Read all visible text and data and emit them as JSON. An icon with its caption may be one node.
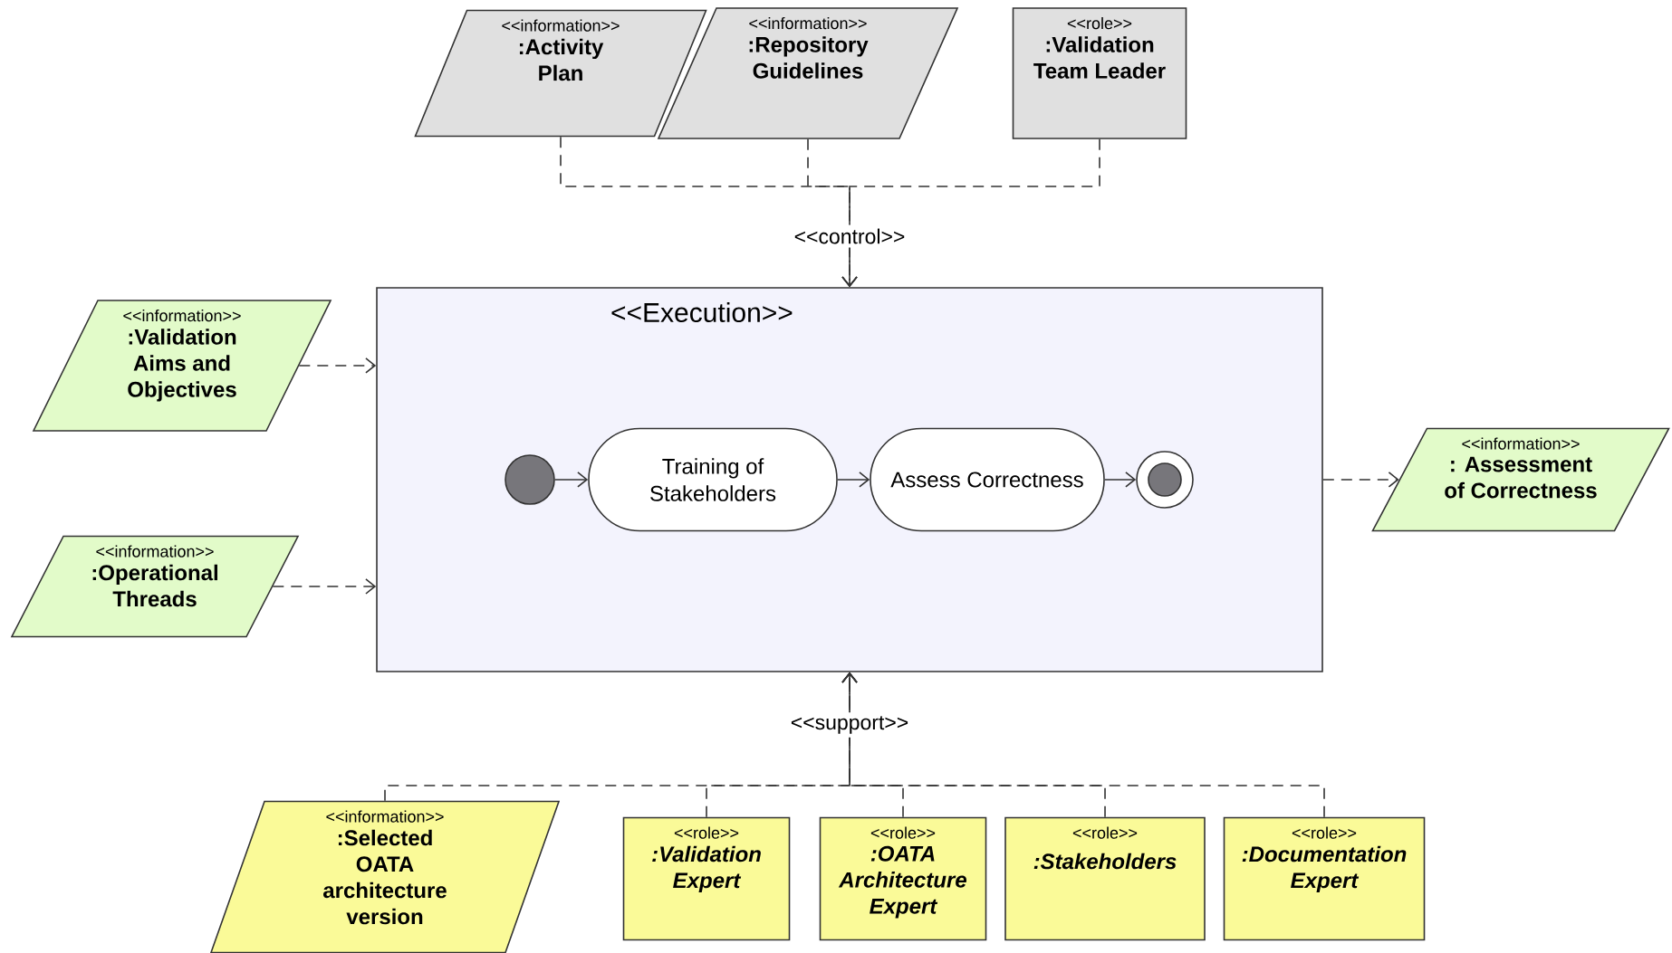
{
  "diagram": {
    "nodes": [
      {
        "text": [
          "<<information>>",
          ":Activity Plan"
        ]
      },
      {
        "text": [
          "<<information>>",
          ":Repository Guidelines"
        ]
      },
      {
        "text": [
          "<<role>>",
          ":Validation Team Leader"
        ]
      },
      {
        "text": [
          "<<information>>",
          ":Validation Aims and Objectives"
        ]
      },
      {
        "text": [
          "<<information>>",
          ":Operational Threads"
        ]
      },
      {
        "text": [
          "<<Execution>>"
        ]
      },
      {
        "text": [],
        "shape": "circle",
        "in": 5
      },
      {
        "text": [
          "Training of Stakeholders"
        ],
        "in": 5
      },
      {
        "text": [
          "Assess Correctness"
        ],
        "in": 5
      },
      {
        "text": [],
        "shape": "circle",
        "in": 5
      },
      {
        "text": [
          "<<information>>",
          ": Assessment of Correctness"
        ]
      },
      {
        "text": [
          "<<information>>",
          ":Selected OATA architecture version"
        ]
      },
      {
        "text": [
          "<<role>>",
          ":Validation Expert"
        ]
      },
      {
        "text": [
          "<<role>>",
          ":OATA Architecture Expert"
        ]
      },
      {
        "text": [
          "<<role>>",
          ":Stakeholders"
        ]
      },
      {
        "text": [
          "<<role>>",
          ":Documentation Expert"
        ]
      }
    ],
    "edges": [
      {
        "from": 0,
        "to": 5,
        "arrow": "to",
        "style": "dashed",
        "label": "<<control>>"
      },
      {
        "from": 1,
        "to": 5,
        "arrow": "to",
        "style": "dashed"
      },
      {
        "from": 2,
        "to": 5,
        "arrow": "to",
        "style": "dashed"
      },
      {
        "from": 3,
        "to": 5,
        "arrow": "to",
        "style": "dashed"
      },
      {
        "from": 4,
        "to": 5,
        "arrow": "to",
        "style": "dashed"
      },
      {
        "from": 6,
        "to": 7,
        "arrow": "to"
      },
      {
        "from": 7,
        "to": 8,
        "arrow": "to"
      },
      {
        "from": 8,
        "to": 9,
        "arrow": "to"
      },
      {
        "from": 5,
        "to": 10,
        "arrow": "to",
        "style": "dashed"
      },
      {
        "from": 11,
        "to": 5,
        "arrow": "to",
        "style": "dashed",
        "label": "<<support>>"
      },
      {
        "from": 12,
        "to": 5,
        "arrow": "to",
        "style": "dashed"
      },
      {
        "from": 13,
        "to": 5,
        "arrow": "to",
        "style": "dashed"
      },
      {
        "from": 14,
        "to": 5,
        "arrow": "to",
        "style": "dashed"
      },
      {
        "from": 15,
        "to": 5,
        "arrow": "to",
        "style": "dashed"
      }
    ]
  }
}
